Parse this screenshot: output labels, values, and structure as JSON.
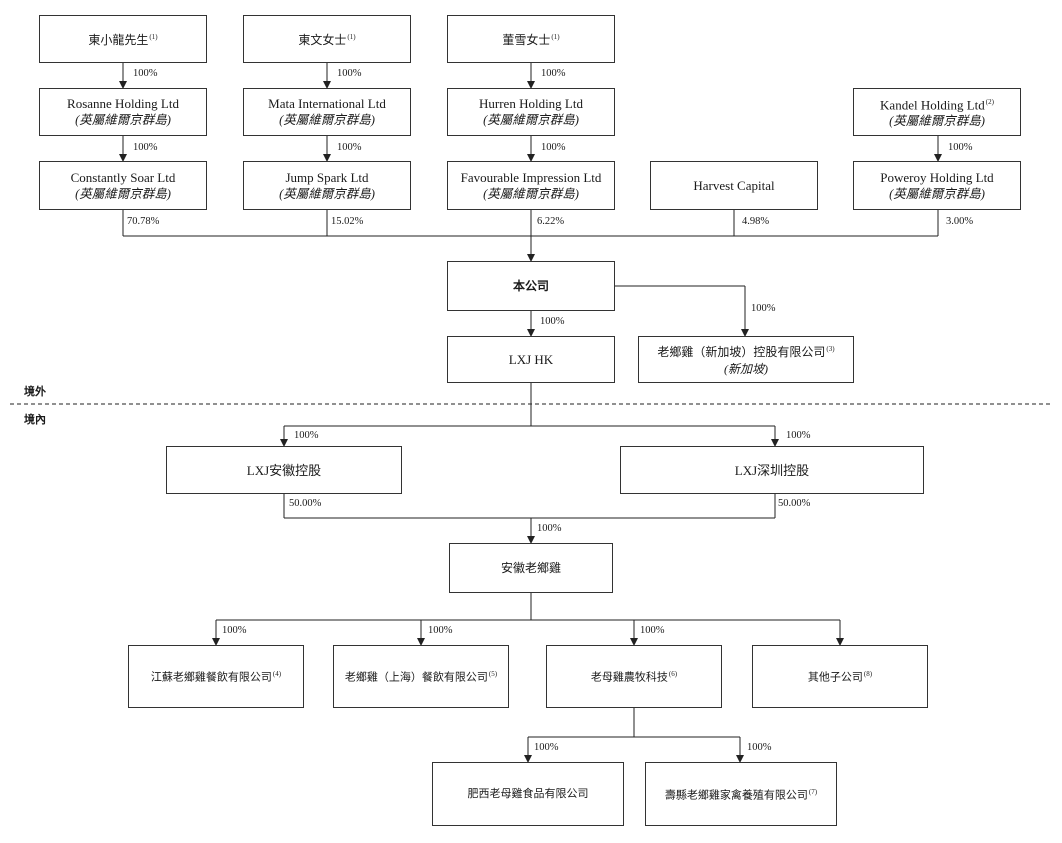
{
  "entities": {
    "mr_shu": {
      "name": "東小龍先生",
      "note": "(1)"
    },
    "ms_shu": {
      "name": "東文女士",
      "note": "(1)"
    },
    "ms_dong": {
      "name": "董雪女士",
      "note": "(1)"
    },
    "rosanne": {
      "name": "Rosanne Holding Ltd",
      "sub": "(英屬維爾京群島)"
    },
    "mata": {
      "name": "Mata International Ltd",
      "sub": "(英屬維爾京群島)"
    },
    "hurren": {
      "name": "Hurren Holding Ltd",
      "sub": "(英屬維爾京群島)"
    },
    "kandel": {
      "name": "Kandel Holding Ltd",
      "note": "(2)",
      "sub": "(英屬維爾京群島)"
    },
    "constantly": {
      "name": "Constantly Soar Ltd",
      "sub": "(英屬維爾京群島)"
    },
    "jump": {
      "name": "Jump Spark Ltd",
      "sub": "(英屬維爾京群島)"
    },
    "favourable": {
      "name": "Favourable Impression Ltd",
      "sub": "(英屬維爾京群島)"
    },
    "harvest": {
      "name": "Harvest Capital"
    },
    "poweroy": {
      "name": "Poweroy Holding Ltd",
      "sub": "(英屬維爾京群島)"
    },
    "company": {
      "name": "本公司"
    },
    "lxj_hk": {
      "name": "LXJ HK"
    },
    "lxj_sg": {
      "name": "老鄉雞（新加坡）控股有限公司",
      "note": "(3)",
      "sub": "(新加坡)"
    },
    "lxj_anhui_holding": {
      "name": "LXJ安徽控股"
    },
    "lxj_shenzhen_holding": {
      "name": "LXJ深圳控股"
    },
    "anhui_lxj": {
      "name": "安徽老鄉雞"
    },
    "jiangsu": {
      "name": "江蘇老鄉雞餐飲有限公司",
      "note": "(4)"
    },
    "shanghai": {
      "name": "老鄉雞（上海）餐飲有限公司",
      "note": "(5)"
    },
    "laomuji": {
      "name": "老母雞農牧科技",
      "note": "(6)"
    },
    "others": {
      "name": "其他子公司",
      "note": "(8)"
    },
    "feixi": {
      "name": "肥西老母雞食品有限公司"
    },
    "shouxian": {
      "name": "壽縣老鄉雞家禽養殖有限公司",
      "note": "(7)"
    }
  },
  "percentages": {
    "p_mr_shu": "100%",
    "p_ms_shu": "100%",
    "p_ms_dong": "100%",
    "p_rosanne": "100%",
    "p_mata": "100%",
    "p_hurren": "100%",
    "p_kandel": "100%",
    "p_constantly": "70.78%",
    "p_jump": "15.02%",
    "p_favourable": "6.22%",
    "p_harvest": "4.98%",
    "p_poweroy": "3.00%",
    "p_lxj_hk": "100%",
    "p_lxj_sg": "100%",
    "p_anhui_holding": "100%",
    "p_shenzhen_holding": "100%",
    "p_anhui_50": "50.00%",
    "p_shenzhen_50": "50.00%",
    "p_anhui_lxj": "100%",
    "p_jiangsu": "100%",
    "p_shanghai": "100%",
    "p_laomuji": "100%",
    "p_feixi": "100%",
    "p_shouxian": "100%"
  },
  "zones": {
    "offshore": "境外",
    "onshore": "境內"
  }
}
